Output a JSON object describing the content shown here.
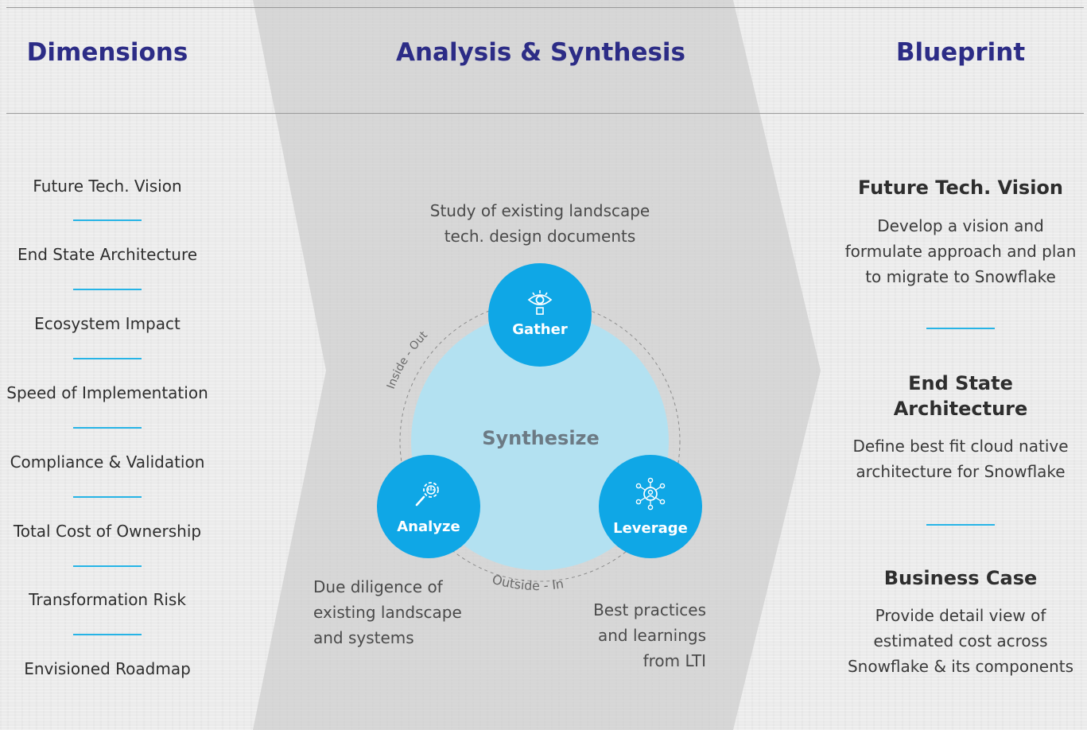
{
  "columns": {
    "dimensions": "Dimensions",
    "analysis": "Analysis & Synthesis",
    "blueprint": "Blueprint"
  },
  "dimensions": [
    "Future Tech. Vision",
    "End State Architecture",
    "Ecosystem Impact",
    "Speed of Implementation",
    "Compliance & Validation",
    "Total Cost of Ownership",
    "Transformation Risk",
    "Envisioned Roadmap"
  ],
  "diagram": {
    "center": "Synthesize",
    "gather": "Gather",
    "analyze": "Analyze",
    "leverage": "Leverage",
    "inside_out": "Inside - Out",
    "outside_in": "Outside - In",
    "gather_note": [
      "Study of existing landscape",
      "tech. design documents"
    ],
    "analyze_note": [
      "Due diligence of",
      "existing landscape",
      "and systems"
    ],
    "leverage_note": [
      "Best practices",
      "and learnings",
      "from LTI"
    ],
    "icons": [
      "eye-icon",
      "gear-magnifier-icon",
      "network-people-icon"
    ]
  },
  "blueprint": [
    {
      "title": "Future Tech. Vision",
      "lines": [
        "Develop a vision and",
        "formulate approach and plan",
        "to migrate to Snowflake"
      ]
    },
    {
      "title_lines": [
        "End State",
        "Architecture"
      ],
      "lines": [
        "Define best fit cloud native",
        "architecture for Snowflake"
      ]
    },
    {
      "title": "Business Case",
      "lines": [
        "Provide detail view of",
        "estimated cost across",
        "Snowflake & its components"
      ]
    }
  ],
  "colors": {
    "title": "#2c2c86",
    "accent": "#0fa7e6",
    "circle": "#b3e1f1",
    "separator": "#27b4e6"
  }
}
